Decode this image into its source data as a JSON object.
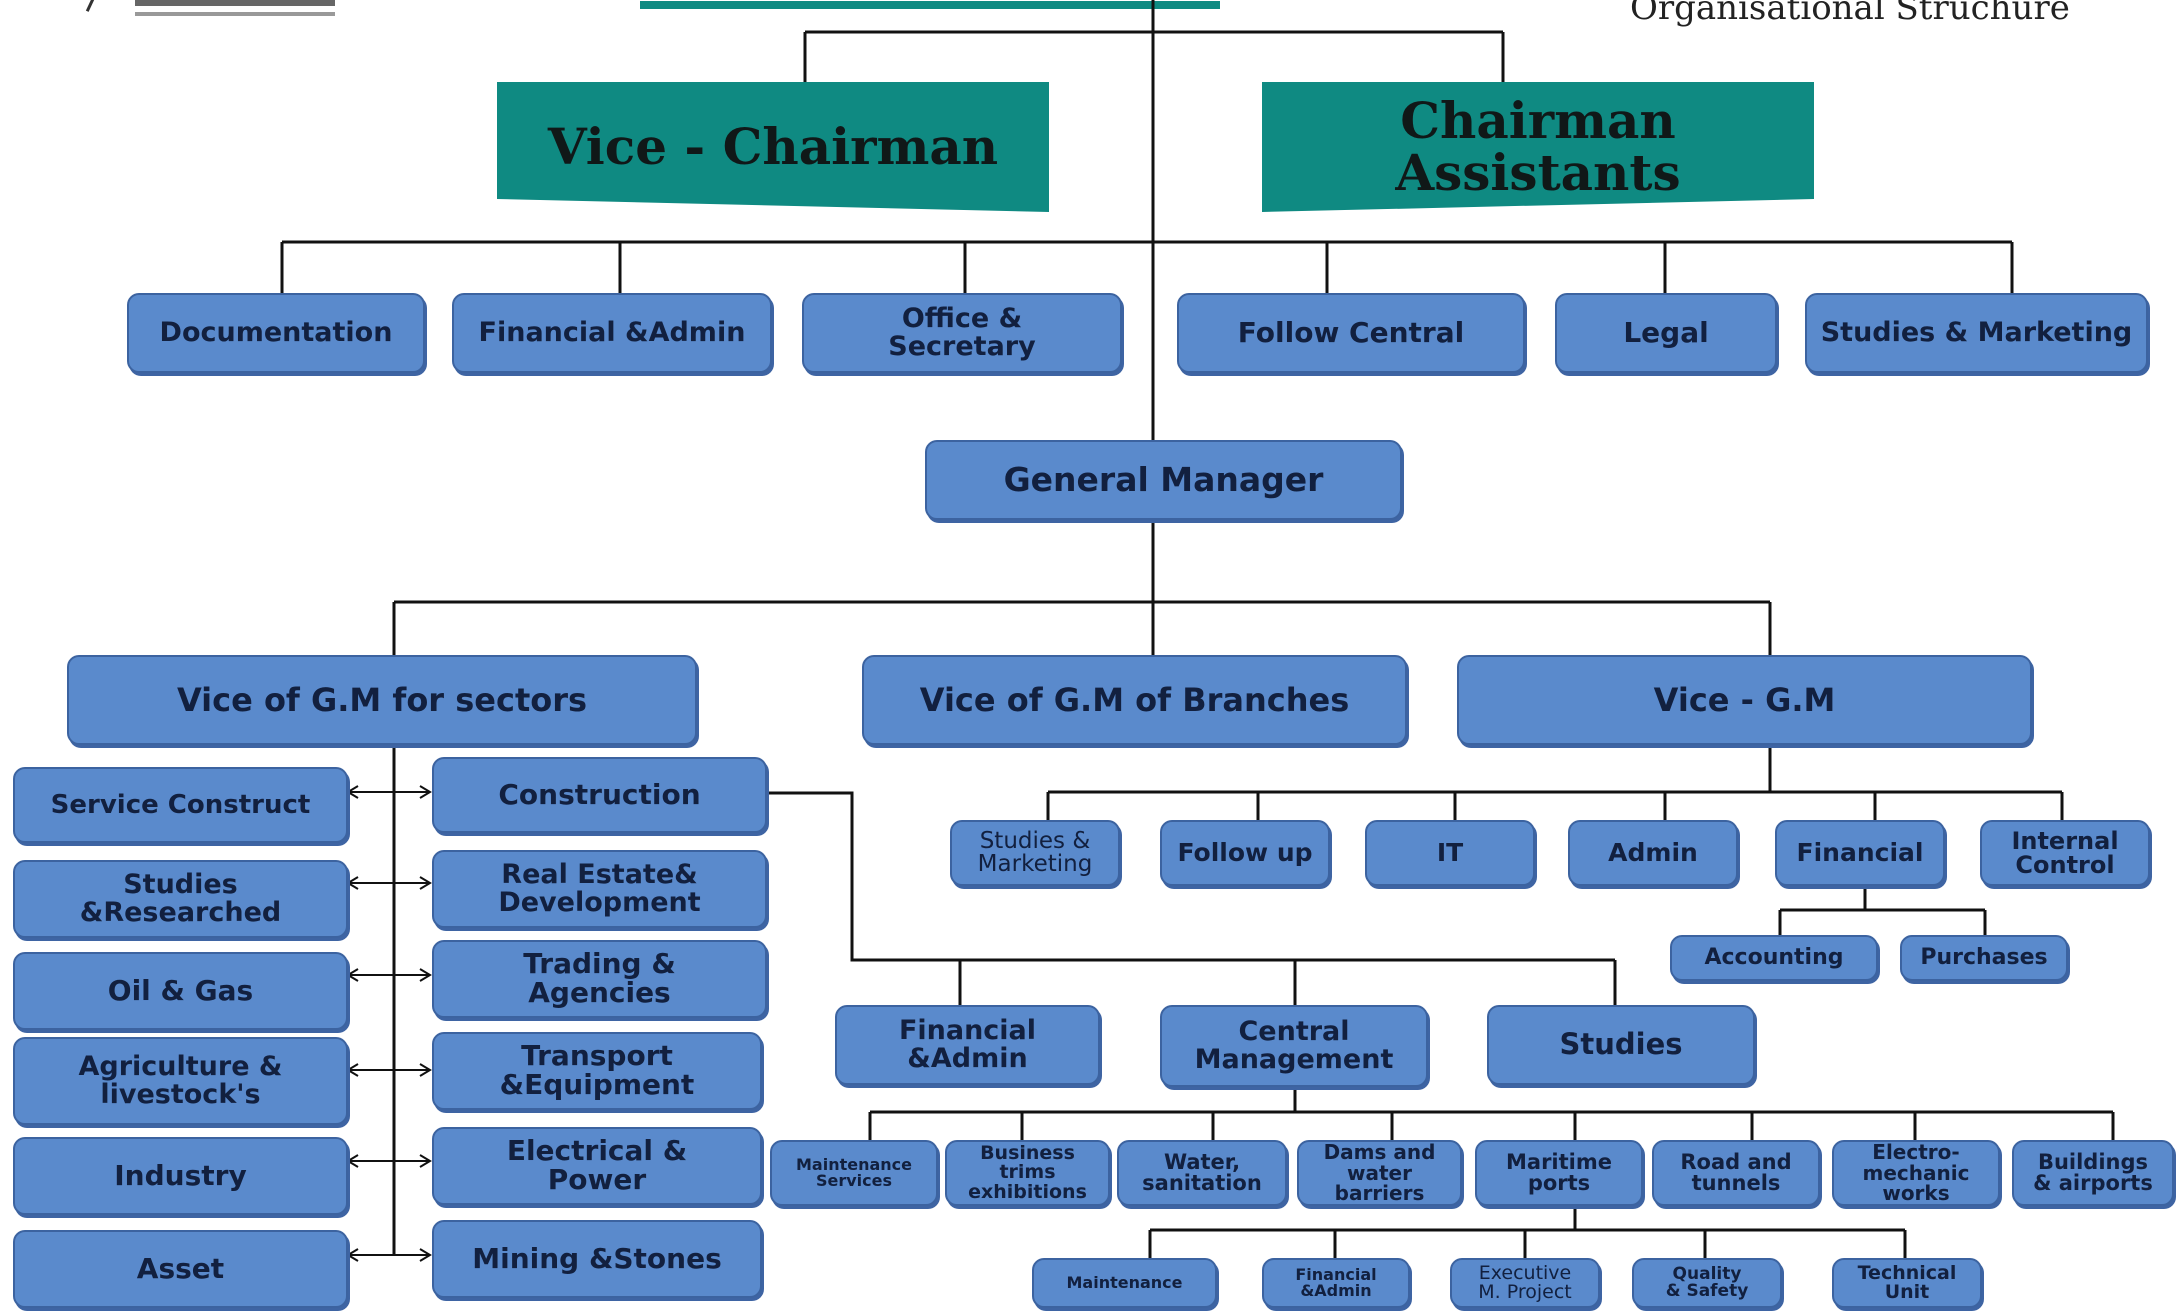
{
  "header": {
    "title": "Organisational Struchure"
  },
  "banners": {
    "vice_chairman": "Vice - Chairman",
    "chairman_assistants": "Chairman\nAssistants"
  },
  "nodes": {
    "documentation": "Documentation",
    "financial_admin_top": "Financial &Admin",
    "office_secretary": "Office &\nSecretary",
    "follow_central": "Follow Central",
    "legal": "Legal",
    "studies_marketing_top": "Studies & Marketing",
    "general_manager": "General Manager",
    "vice_gm_sectors": "Vice of G.M for sectors",
    "vice_gm_branches": "Vice of G.M of Branches",
    "vice_gm": "Vice - G.M",
    "service_construct": "Service Construct",
    "studies_researched": "Studies\n&Researched",
    "oil_gas": "Oil & Gas",
    "agriculture": "Agriculture &\nlivestock's",
    "industry": "Industry",
    "asset": "Asset",
    "construction": "Construction",
    "real_estate": "Real Estate&\nDevelopment",
    "trading": "Trading &\nAgencies",
    "transport": "Transport\n&Equipment",
    "electrical": "Electrical &\nPower",
    "mining": "Mining &Stones",
    "vgm_studies_marketing": "Studies &\nMarketing",
    "vgm_follow_up": "Follow up",
    "vgm_it": "IT",
    "vgm_admin": "Admin",
    "vgm_financial": "Financial",
    "vgm_internal_control": "Internal\nControl",
    "accounting": "Accounting",
    "purchases": "Purchases",
    "cons_financial_admin": "Financial\n&Admin",
    "central_management": "Central\nManagement",
    "studies": "Studies",
    "maintenance_services": "Maintenance\nServices",
    "business_trims": "Business\ntrims\nexhibitions",
    "water_sanitation": "Water,\nsanitation",
    "dams": "Dams and\nwater\nbarriers",
    "maritime": "Maritime\nports",
    "road_tunnels": "Road and\ntunnels",
    "electro_mechanic": "Electro-\nmechanic\nworks",
    "buildings": "Buildings\n& airports",
    "maintenance": "Maintenance",
    "bottom_financial_admin": "Financial\n&Admin",
    "executive": "Executive\nM. Project",
    "quality": "Quality\n& Safety",
    "technical": "Technical\nUnit"
  },
  "colors": {
    "node_fill": "#5a8acc",
    "node_border": "#3c63a0",
    "banner_fill": "#0f8a82",
    "connector": "#111111"
  }
}
